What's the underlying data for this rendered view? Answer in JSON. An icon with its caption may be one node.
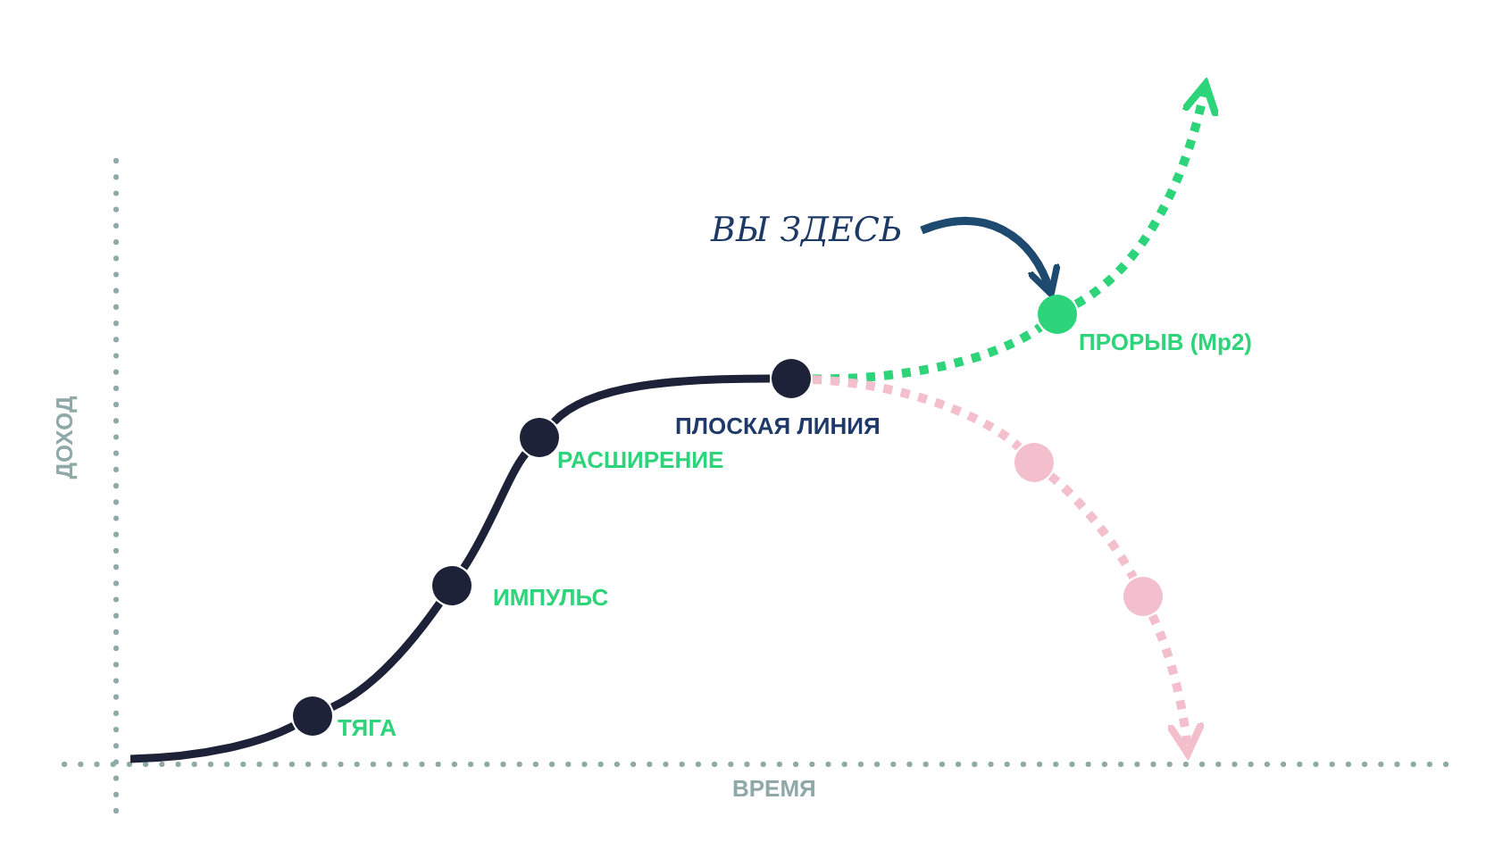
{
  "diagram": {
    "nodes": [
      {
        "text": [],
        "shape": "circle",
        "beside": [
          "ТЯГА"
        ]
      },
      {
        "text": [],
        "shape": "circle",
        "beside": [
          "ИМПУЛЬС"
        ]
      },
      {
        "text": [],
        "shape": "circle",
        "beside": [
          "РАСШИРЕНИЕ"
        ]
      },
      {
        "text": [],
        "shape": "circle",
        "beside": [
          "ПЛОСКАЯ ЛИНИЯ"
        ]
      },
      {
        "text": [],
        "shape": "circle",
        "beside": [
          "ПРОРЫВ (Мр2)"
        ]
      },
      {
        "text": [],
        "shape": "circle"
      },
      {
        "text": [],
        "shape": "circle"
      },
      {
        "text": [
          "ВЫ ЗДЕСЬ"
        ]
      }
    ],
    "edges": [
      {
        "from": null,
        "to": 0,
        "arrow": "none"
      },
      {
        "from": 0,
        "to": 1,
        "arrow": "none"
      },
      {
        "from": 1,
        "to": 2,
        "arrow": "none"
      },
      {
        "from": 2,
        "to": 3,
        "arrow": "none"
      },
      {
        "from": 3,
        "to": 4,
        "arrow": "none",
        "style": "dashed",
        "color": "#2ed47a"
      },
      {
        "from": 4,
        "to": null,
        "arrow": "to",
        "style": "dashed",
        "color": "#2ed47a"
      },
      {
        "from": 3,
        "to": 5,
        "arrow": "none",
        "style": "dashed",
        "color": "#f4bfcc"
      },
      {
        "from": 5,
        "to": 6,
        "arrow": "none",
        "style": "dashed",
        "color": "#f4bfcc"
      },
      {
        "from": 6,
        "to": null,
        "arrow": "to",
        "style": "dashed",
        "color": "#f4bfcc"
      },
      {
        "from": 7,
        "to": 4,
        "arrow": "to",
        "color": "#1d4a6e"
      }
    ],
    "labels": [
      "ДОХОД",
      "ВРЕМЯ"
    ]
  }
}
